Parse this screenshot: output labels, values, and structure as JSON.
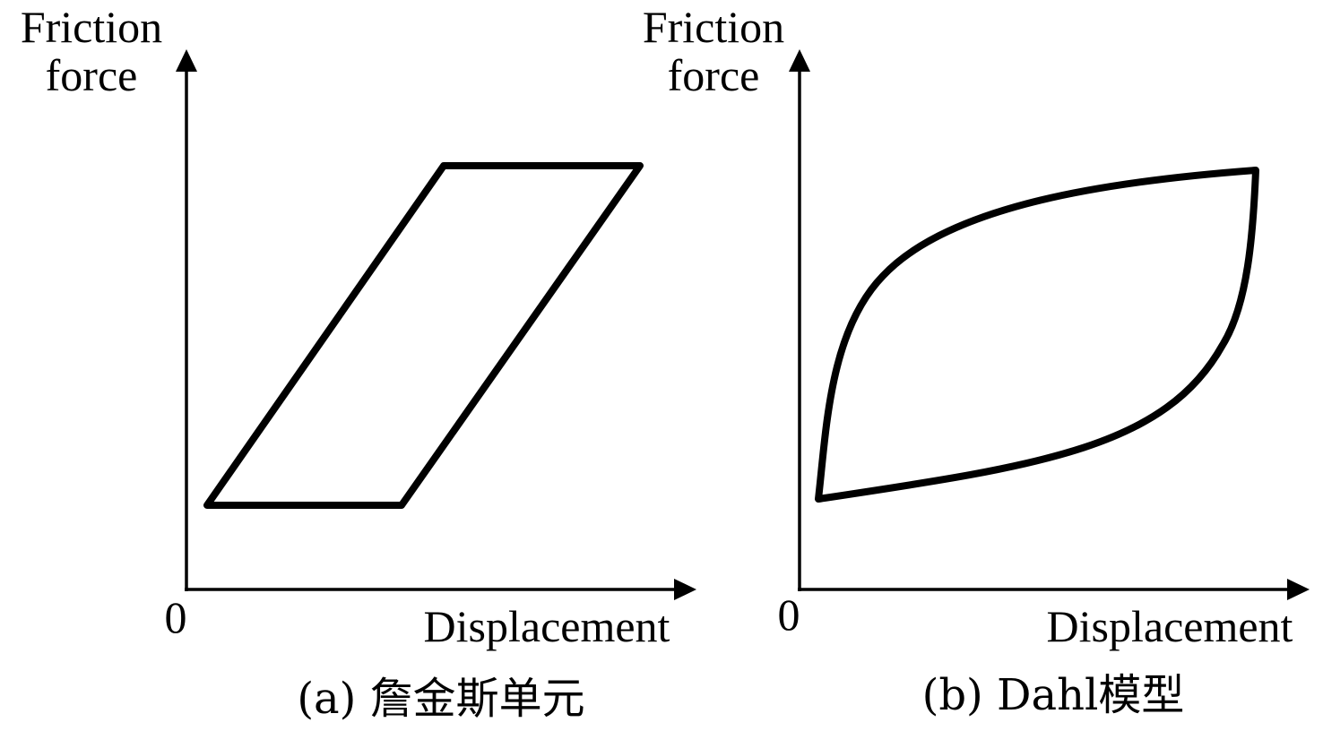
{
  "panels": [
    {
      "id": "a",
      "y_label_line1": "Friction",
      "y_label_line2": "force",
      "x_label": "Displacement",
      "origin_label": "0",
      "caption": "(a) 詹金斯单元",
      "loop_shape": "parallelogram"
    },
    {
      "id": "b",
      "y_label_line1": "Friction",
      "y_label_line2": "force",
      "x_label": "Displacement",
      "origin_label": "0",
      "caption": "(b) Dahl模型",
      "loop_shape": "smooth-hysteresis"
    }
  ],
  "colors": {
    "stroke": "#000000",
    "background": "#ffffff"
  }
}
